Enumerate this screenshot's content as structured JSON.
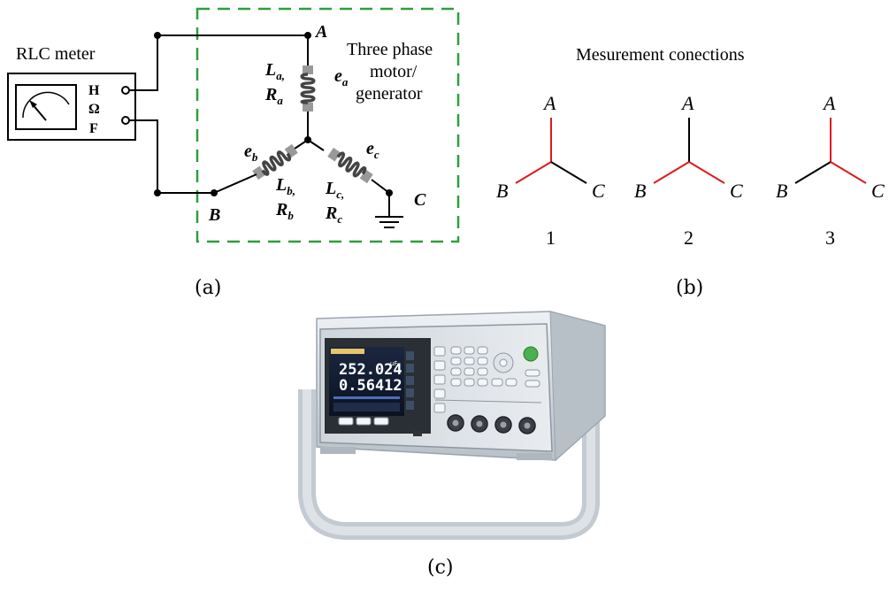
{
  "panel_a": {
    "meter_label": "RLC meter",
    "terminal_h": "H",
    "terminal_omega": "Ω",
    "terminal_f": "F",
    "motor_label_line1": "Three phase",
    "motor_label_line2": "motor/",
    "motor_label_line3": "generator",
    "node_a": "A",
    "node_b": "B",
    "node_c": "C",
    "la": "L",
    "la_sub": "a,",
    "ra": "R",
    "ra_sub": "a",
    "ea": "e",
    "ea_sub": "a",
    "lb": "L",
    "lb_sub": "b,",
    "rb": "R",
    "rb_sub": "b",
    "eb": "e",
    "eb_sub": "b",
    "lc": "L",
    "lc_sub": "c,",
    "rc": "R",
    "rc_sub": "c",
    "ec": "e",
    "ec_sub": "c",
    "caption": "(a)"
  },
  "panel_b": {
    "title": "Mesurement conections",
    "configs": [
      {
        "number": "1",
        "label_a": "A",
        "label_b": "B",
        "label_c": "C",
        "highlighted": [
          "A",
          "B"
        ]
      },
      {
        "number": "2",
        "label_a": "A",
        "label_b": "B",
        "label_c": "C",
        "highlighted": [
          "B",
          "C"
        ]
      },
      {
        "number": "3",
        "label_a": "A",
        "label_b": "B",
        "label_c": "C",
        "highlighted": [
          "A",
          "C"
        ]
      }
    ],
    "highlight_color": "#e0191b",
    "normal_color": "#000000",
    "caption": "(b)"
  },
  "panel_c": {
    "display_value_1": "252.024",
    "display_unit_1": "µF",
    "display_value_2": "0.56412",
    "caption": "(c)"
  },
  "colors": {
    "dashed_box": "#2e9e3e",
    "inductor": "#555555",
    "inductor_end": "#999999"
  }
}
